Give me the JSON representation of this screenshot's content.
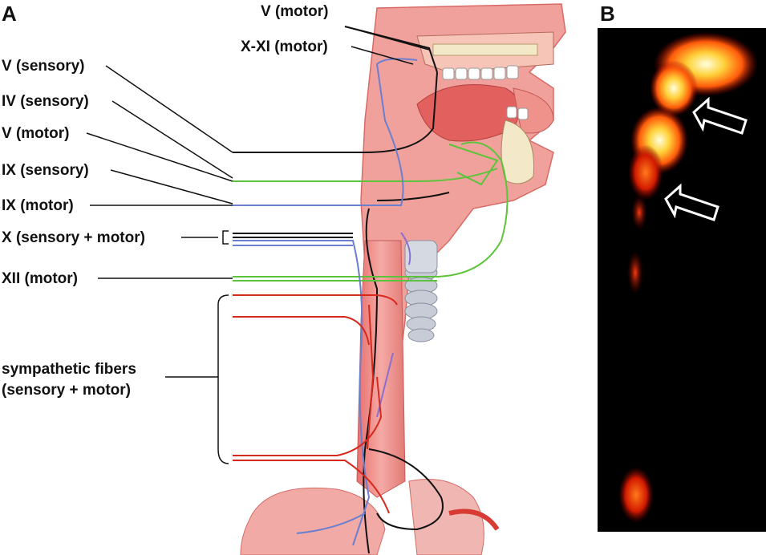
{
  "panels": {
    "a": "A",
    "b": "B"
  },
  "labels": {
    "v_motor_top": "V (motor)",
    "x_xi_motor": "X-XI (motor)",
    "v_sensory": "V (sensory)",
    "iv_sensory": "IV (sensory)",
    "v_motor": "V (motor)",
    "ix_sensory": "IX (sensory)",
    "ix_motor": "IX (motor)",
    "x_sensory_motor": "X (sensory + motor)",
    "xii_motor": "XII (motor)",
    "sympathetic_line1": "sympathetic fibers",
    "sympathetic_line2": "(sensory + motor)"
  },
  "colors": {
    "sensory_black": "#111111",
    "green_nerve": "#5cc43a",
    "blue_nerve": "#6a7fcf",
    "red_nerve": "#d62a1e",
    "purple_nerve": "#8a6fd0",
    "tissue": "#ef8e8c",
    "tissue_dark": "#d9534f",
    "tissue_light": "#f8c9c4",
    "panel_b_bg": "#000000"
  }
}
